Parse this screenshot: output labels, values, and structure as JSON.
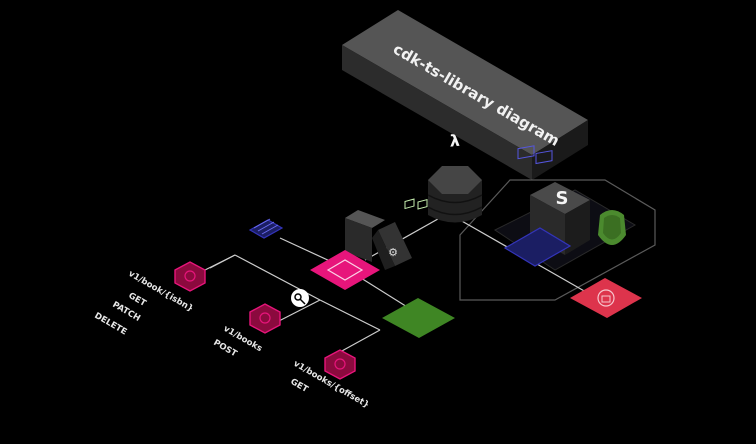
{
  "title": "cdk-ts-library diagram",
  "routes": [
    {
      "path": "v1/book/{isbn}",
      "methods": [
        "GET",
        "PATCH",
        "DELETE"
      ]
    },
    {
      "path": "v1/books",
      "methods": [
        "POST"
      ]
    },
    {
      "path": "v1/books/{offset}",
      "methods": [
        "GET"
      ]
    }
  ],
  "colors": {
    "background": "#000000",
    "api_gateway": "#e7157b",
    "api_gateway_icon": "#b0084d",
    "lambda": "#2e2e2e",
    "compute_green": "#3f8624",
    "shield_green": "#4b8a2e",
    "database_blue": "#3334b9",
    "secrets_red": "#dd344c",
    "line": "#cccccc",
    "vpc_border": "#5a5a5a"
  },
  "icons": {
    "lambda": "lambda-icon",
    "api_gateway": "api-gateway-icon",
    "endpoint": "api-endpoint-icon",
    "database": "aurora-database-icon",
    "secret": "secrets-manager-icon",
    "key": "key-icon",
    "queue": "sqs-queue-icon",
    "shield": "shield-icon",
    "server": "server-icon",
    "gear": "gear-icon"
  },
  "badge_letters": {
    "lambda": "λ",
    "server": "S"
  }
}
